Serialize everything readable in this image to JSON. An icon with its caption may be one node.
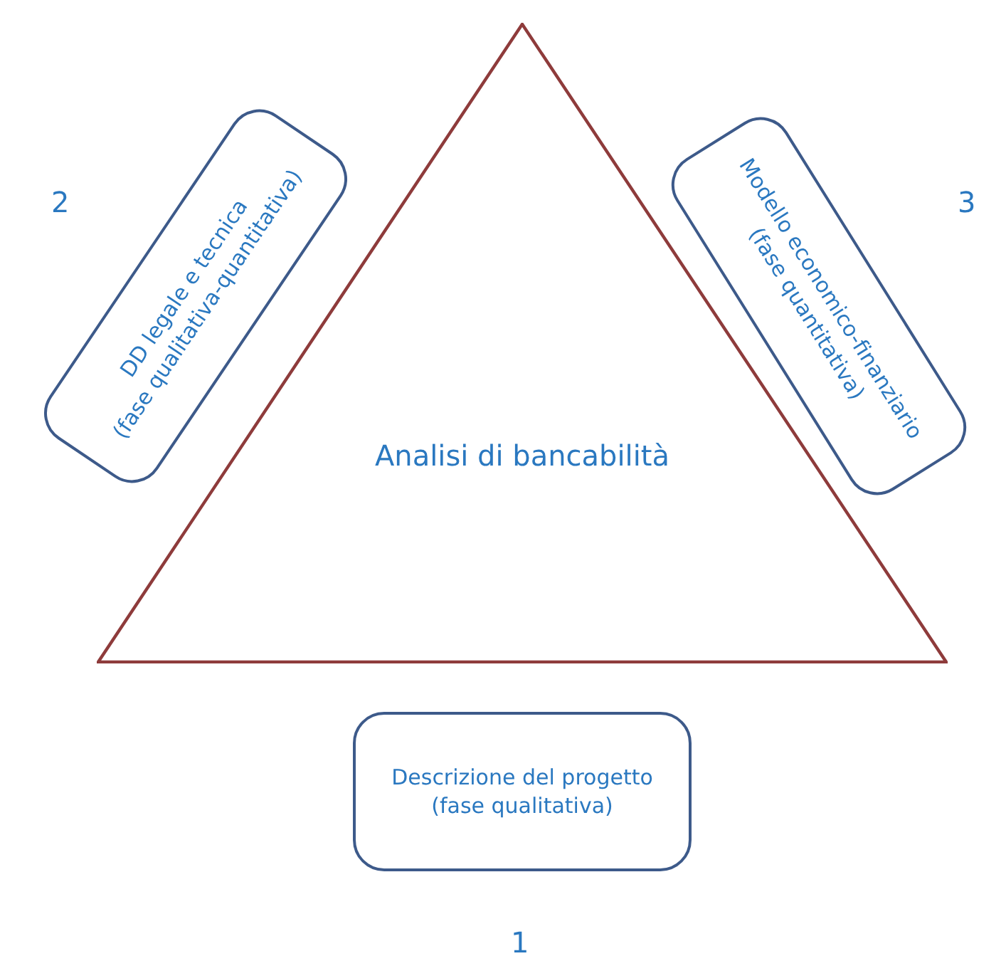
{
  "diagram": {
    "nodes": [
      {
        "text": [
          "Analisi di bancabilità"
        ]
      },
      {
        "text": [
          "DD legale e tecnica",
          "(fase qualitativa-quantitativa)"
        ]
      },
      {
        "text": [
          "Modello economico-finanziario",
          "(fase quantitativa)"
        ]
      },
      {
        "text": [
          "Descrizione del progetto",
          "(fase qualitativa)"
        ]
      }
    ],
    "labels": [
      "2",
      "3",
      "1"
    ]
  }
}
